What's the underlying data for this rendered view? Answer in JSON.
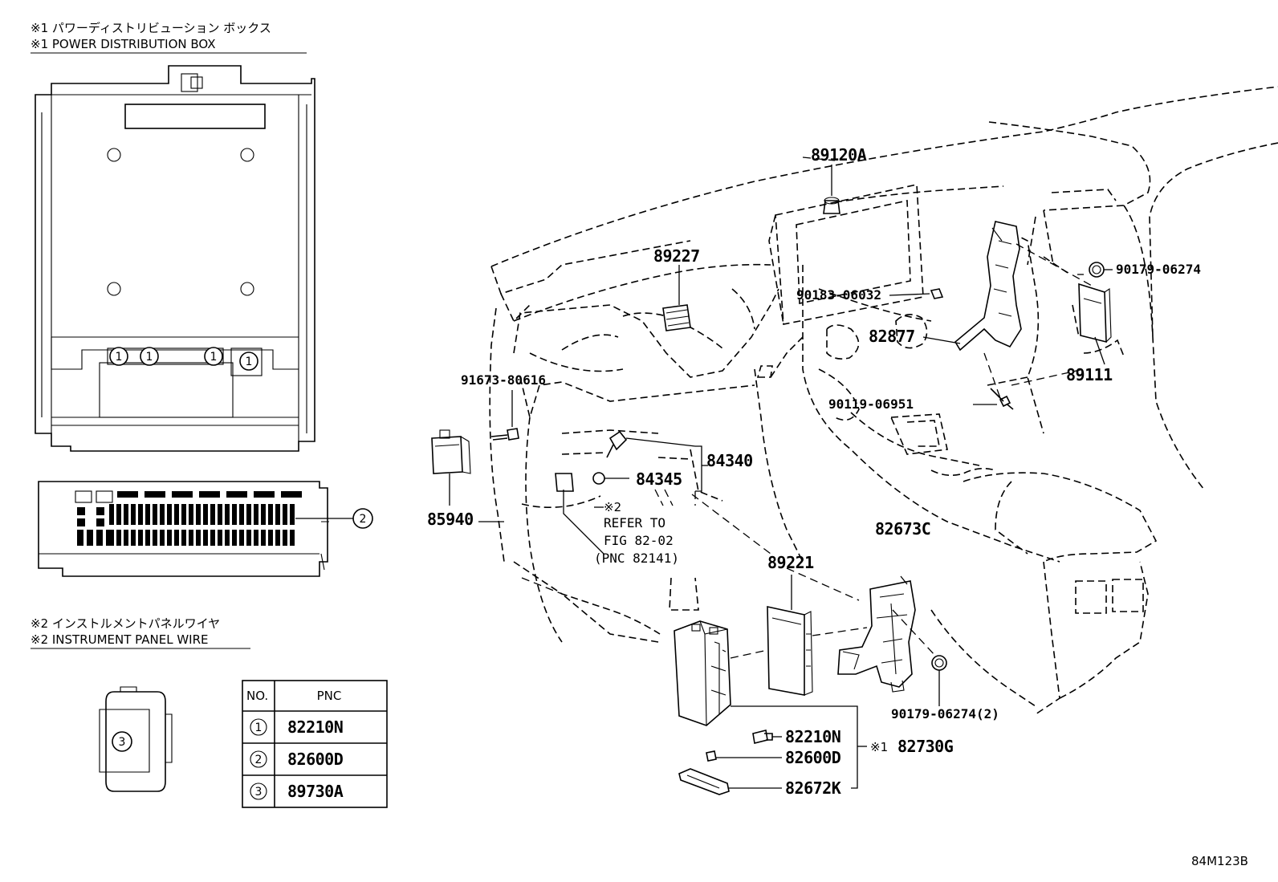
{
  "headers": {
    "power_box_jp": "※1 パワーディストリビューション ボックス",
    "power_box_en": "※1 POWER DISTRIBUTION BOX",
    "wire_jp": "※2 インストルメントパネルワイヤ",
    "wire_en": "※2 INSTRUMENT PANEL WIRE"
  },
  "circle_markers": [
    "1",
    "1",
    "1",
    "1",
    "2",
    "3"
  ],
  "legend": {
    "col_no": "NO.",
    "col_pnc": "PNC",
    "rows": [
      {
        "no": "1",
        "pnc": "82210N"
      },
      {
        "no": "2",
        "pnc": "82600D"
      },
      {
        "no": "3",
        "pnc": "89730A"
      }
    ]
  },
  "parts": {
    "p89120A": "89120A",
    "p89227": "89227",
    "p90179_06274": "90179-06274",
    "p90183_06032": "90183-06032",
    "p82877": "82877",
    "p89111": "89111",
    "p90119_06951": "90119-06951",
    "p91673_80616": "91673-80616",
    "p84340": "84340",
    "p84345": "84345",
    "p85940": "85940",
    "p89221": "89221",
    "p82673C": "82673C",
    "p90179_06274_2": "90179-06274(2)",
    "p82210N": "82210N",
    "p82600D": "82600D",
    "p82672K": "82672K",
    "p82730G_prefix": "※1",
    "p82730G": "82730G"
  },
  "refer_note": {
    "mark": "※2",
    "line1": "REFER TO",
    "line2": "FIG 82-02",
    "line3": "(PNC 82141)"
  },
  "figure_code": "84M123B"
}
